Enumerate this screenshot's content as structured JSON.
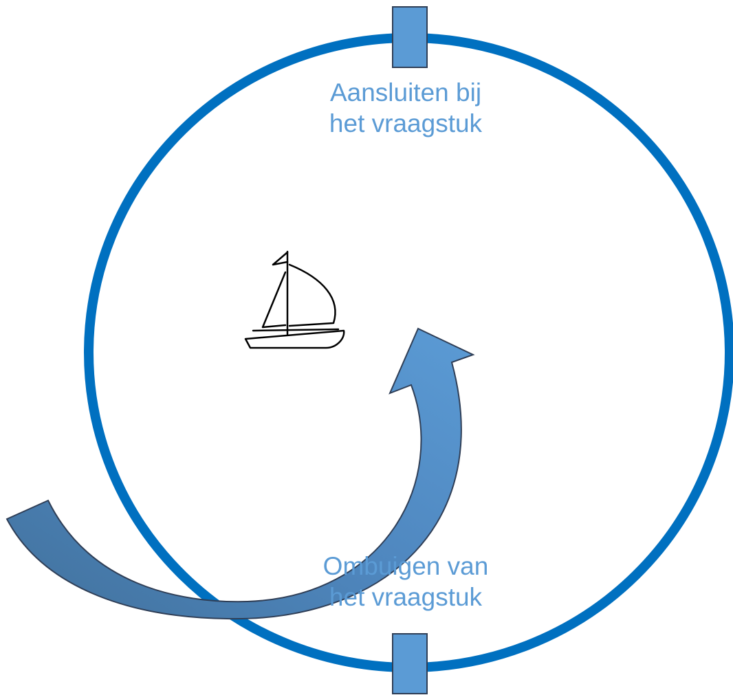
{
  "diagram": {
    "labels": {
      "top": {
        "line1": "Aansluiten bij",
        "line2": "het vraagstuk"
      },
      "bottom": {
        "line1": "Ombuigen van",
        "line2": "het vraagstuk"
      }
    },
    "icons": {
      "center": "sailboat-icon",
      "arrow": "curved-arrow-icon"
    },
    "colors": {
      "ring": "#0070c0",
      "markers": "#5b9bd5",
      "label_text": "#5b9bd5",
      "arrow_light": "#5b9bd5",
      "arrow_dark": "#41719c",
      "outline": "#2f3e56"
    }
  }
}
